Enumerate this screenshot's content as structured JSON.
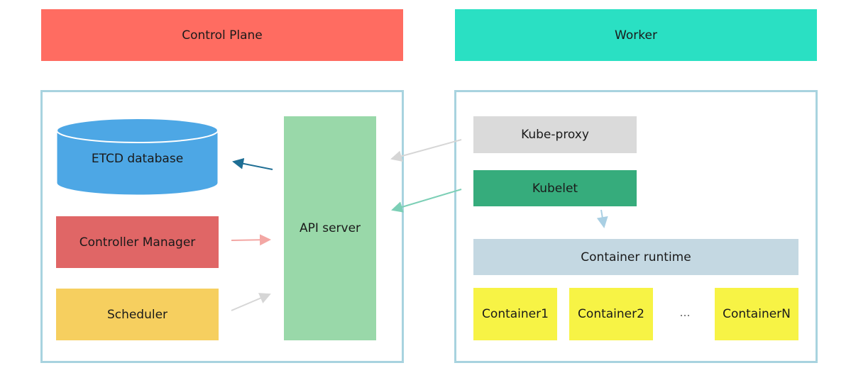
{
  "control_plane": {
    "title": "Control Plane",
    "etcd_label": "ETCD database",
    "controller_manager_label": "Controller Manager",
    "scheduler_label": "Scheduler",
    "api_server_label": "API server"
  },
  "worker": {
    "title": "Worker",
    "kube_proxy_label": "Kube-proxy",
    "kubelet_label": "Kubelet",
    "container_runtime_label": "Container runtime",
    "containers": [
      "Container1",
      "Container2",
      "ContainerN"
    ],
    "ellipsis": "…"
  },
  "colors": {
    "control_plane_header": "#ff6c61",
    "worker_header": "#2ae0c3",
    "frame_border": "#a8d3df",
    "etcd": "#4da7e5",
    "controller_manager": "#e06666",
    "scheduler": "#f6cf5f",
    "api_server": "#99d8a9",
    "kube_proxy": "#dadada",
    "kubelet": "#36ac7c",
    "container_runtime": "#c4d8e2",
    "container": "#f7f345"
  }
}
